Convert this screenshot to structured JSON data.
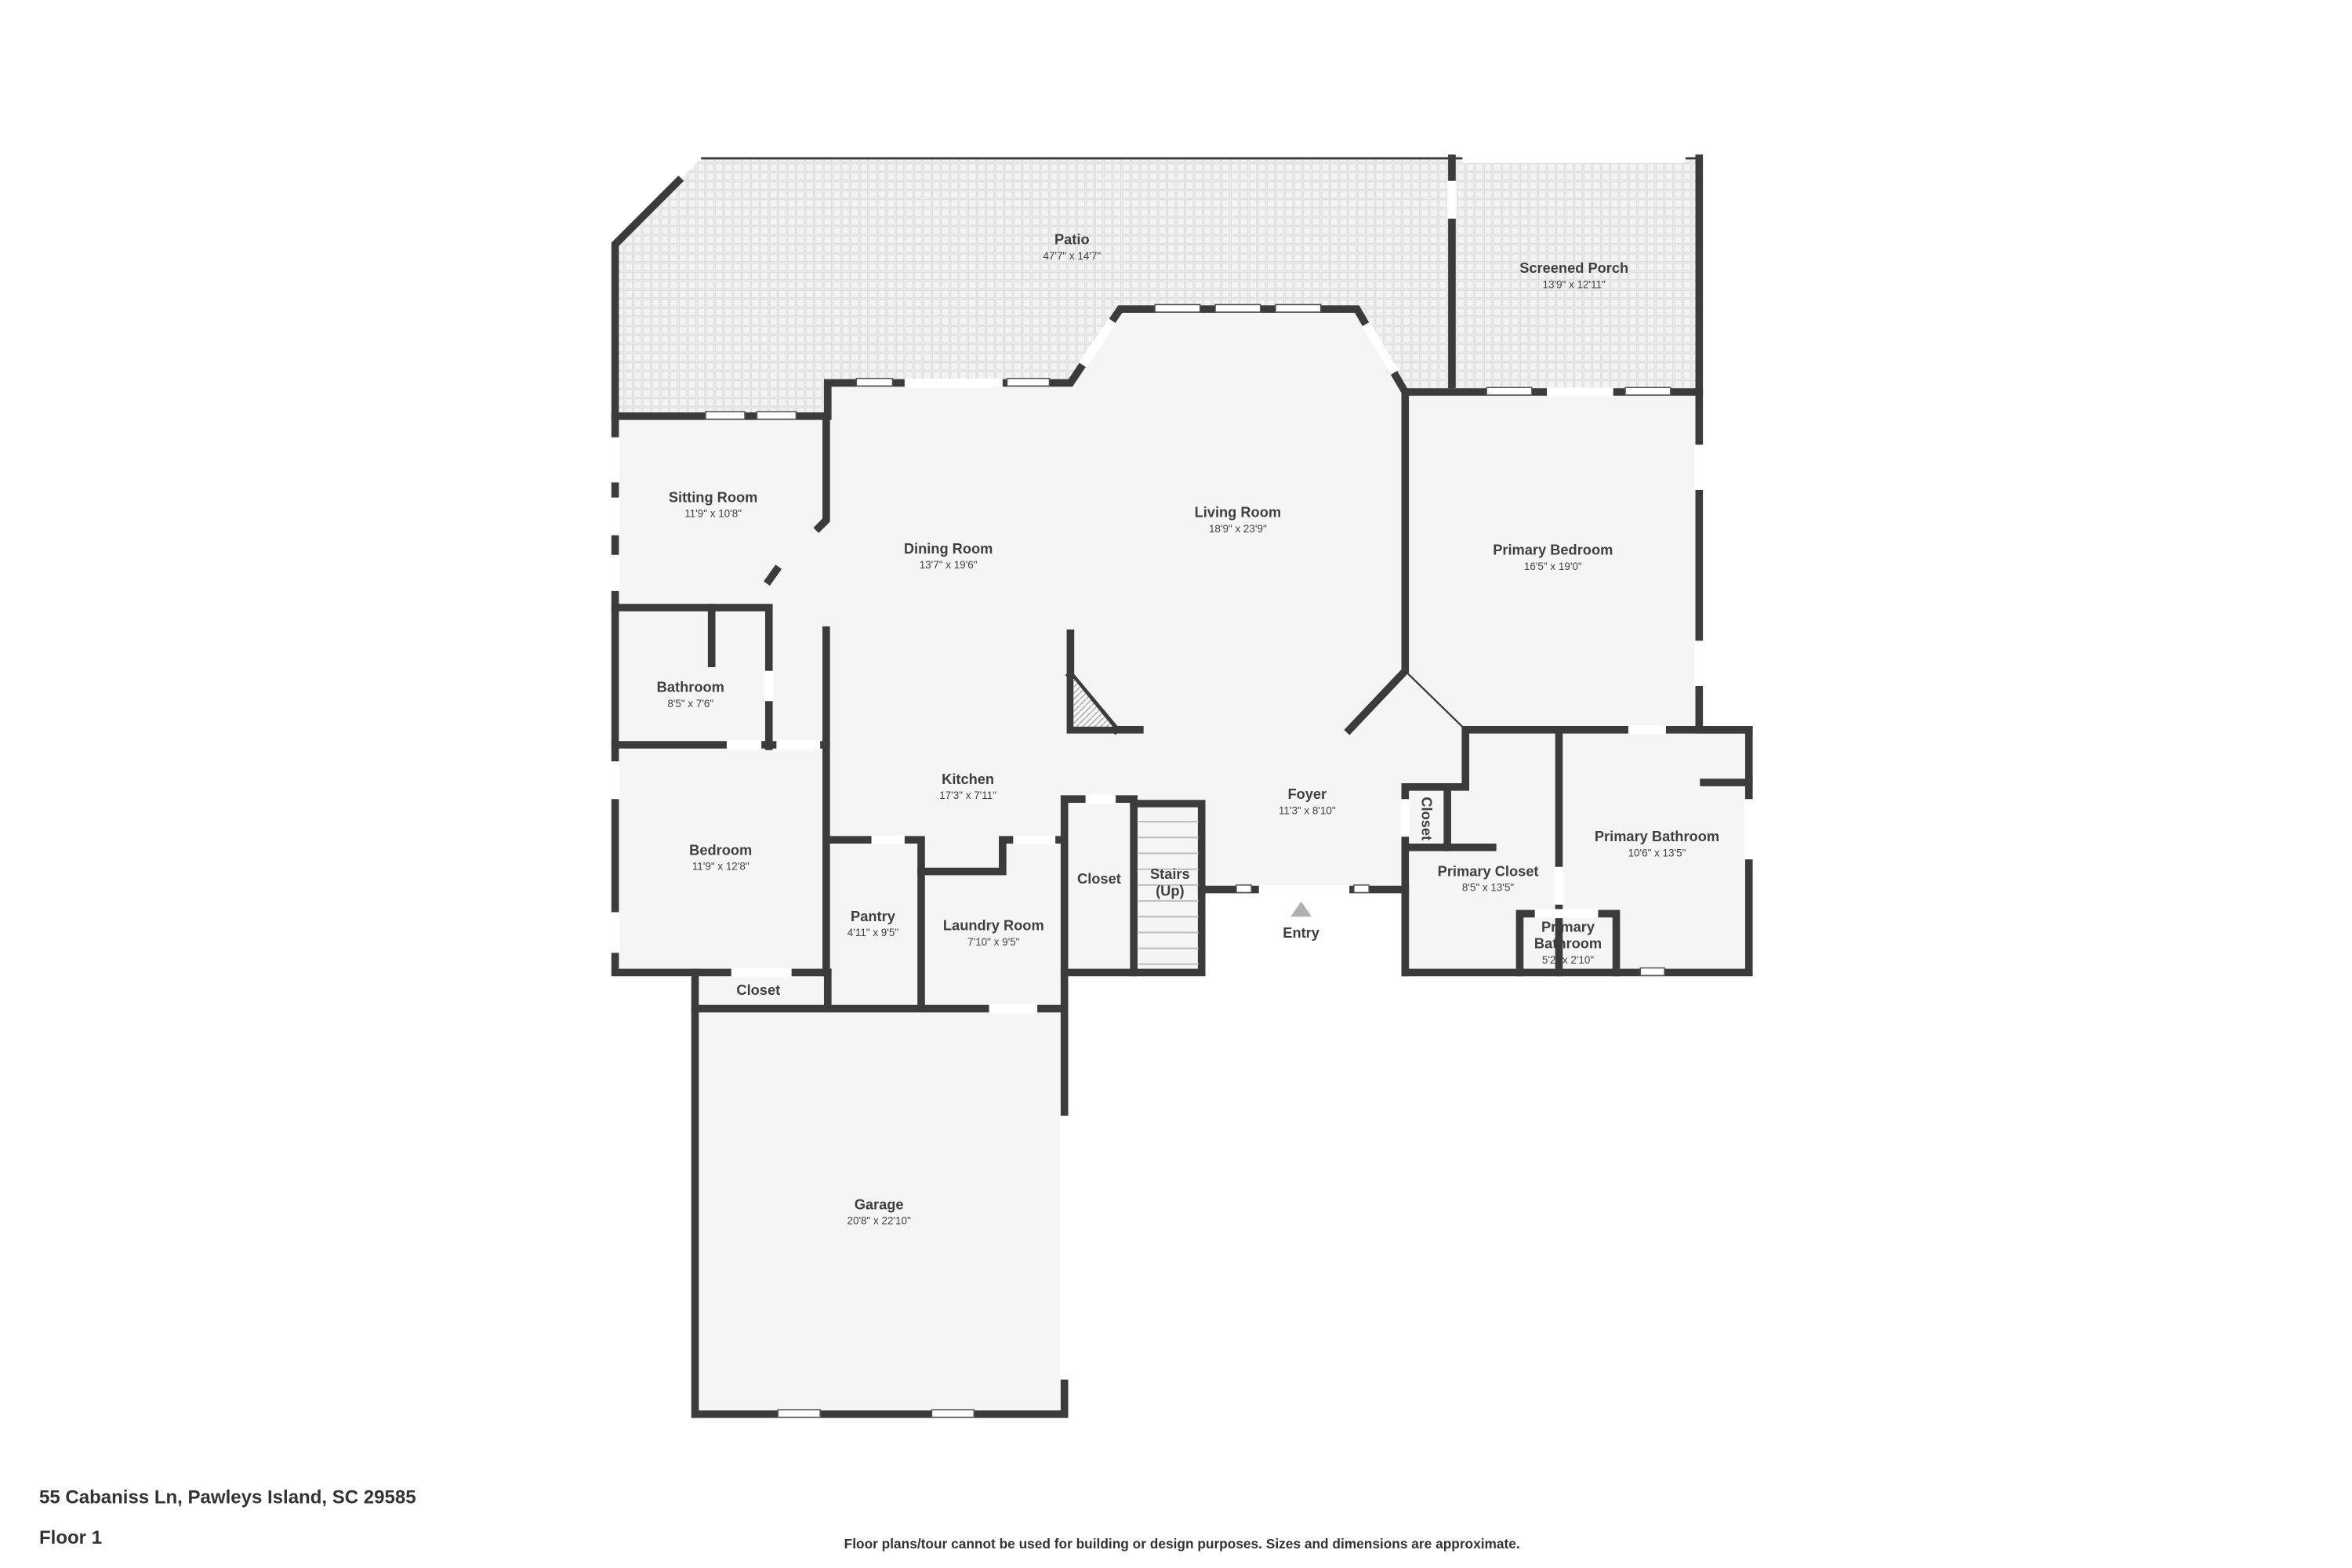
{
  "plan": {
    "rooms": [
      {
        "name": "Patio",
        "dims": "47'7\" x 14'7\""
      },
      {
        "name": "Screened Porch",
        "dims": "13'9\" x 12'11\""
      },
      {
        "name": "Sitting Room",
        "dims": "11'9\" x 10'8\""
      },
      {
        "name": "Dining Room",
        "dims": "13'7\" x 19'6\""
      },
      {
        "name": "Living Room",
        "dims": "18'9\" x 23'9\""
      },
      {
        "name": "Primary Bedroom",
        "dims": "16'5\" x 19'0\""
      },
      {
        "name": "Bathroom",
        "dims": "8'5\" x 7'6\""
      },
      {
        "name": "Kitchen",
        "dims": "17'3\" x 7'11\""
      },
      {
        "name": "Foyer",
        "dims": "11'3\" x 8'10\""
      },
      {
        "name": "Primary Bathroom",
        "dims": "10'6\" x 13'5\""
      },
      {
        "name": "Bedroom",
        "dims": "11'9\" x 12'8\""
      },
      {
        "name": "Closet",
        "dims": ""
      },
      {
        "name": "Stairs",
        "dims": "(Up)"
      },
      {
        "name": "Closet",
        "dims": ""
      },
      {
        "name": "Primary Closet",
        "dims": "8'5\" x 13'5\""
      },
      {
        "name": "Pantry",
        "dims": "4'11\" x 9'5\""
      },
      {
        "name": "Laundry Room",
        "dims": "7'10\" x 9'5\""
      },
      {
        "name": "Primary Bathroom",
        "dims": "5'2\" x 2'10\""
      },
      {
        "name": "Closet",
        "dims": ""
      },
      {
        "name": "Garage",
        "dims": "20'8\" x 22'10\""
      }
    ],
    "entry_label": "Entry",
    "colors": {
      "wall": "#3b3b3b",
      "floor": "#f5f5f5",
      "outdoor": "#ececec",
      "entry_arrow": "#b0b0b0"
    }
  },
  "footer": {
    "address": "55 Cabaniss Ln, Pawleys Island, SC 29585",
    "floor": "Floor 1",
    "disclaimer": "Floor plans/tour cannot be used for building or design purposes. Sizes and dimensions are approximate."
  }
}
